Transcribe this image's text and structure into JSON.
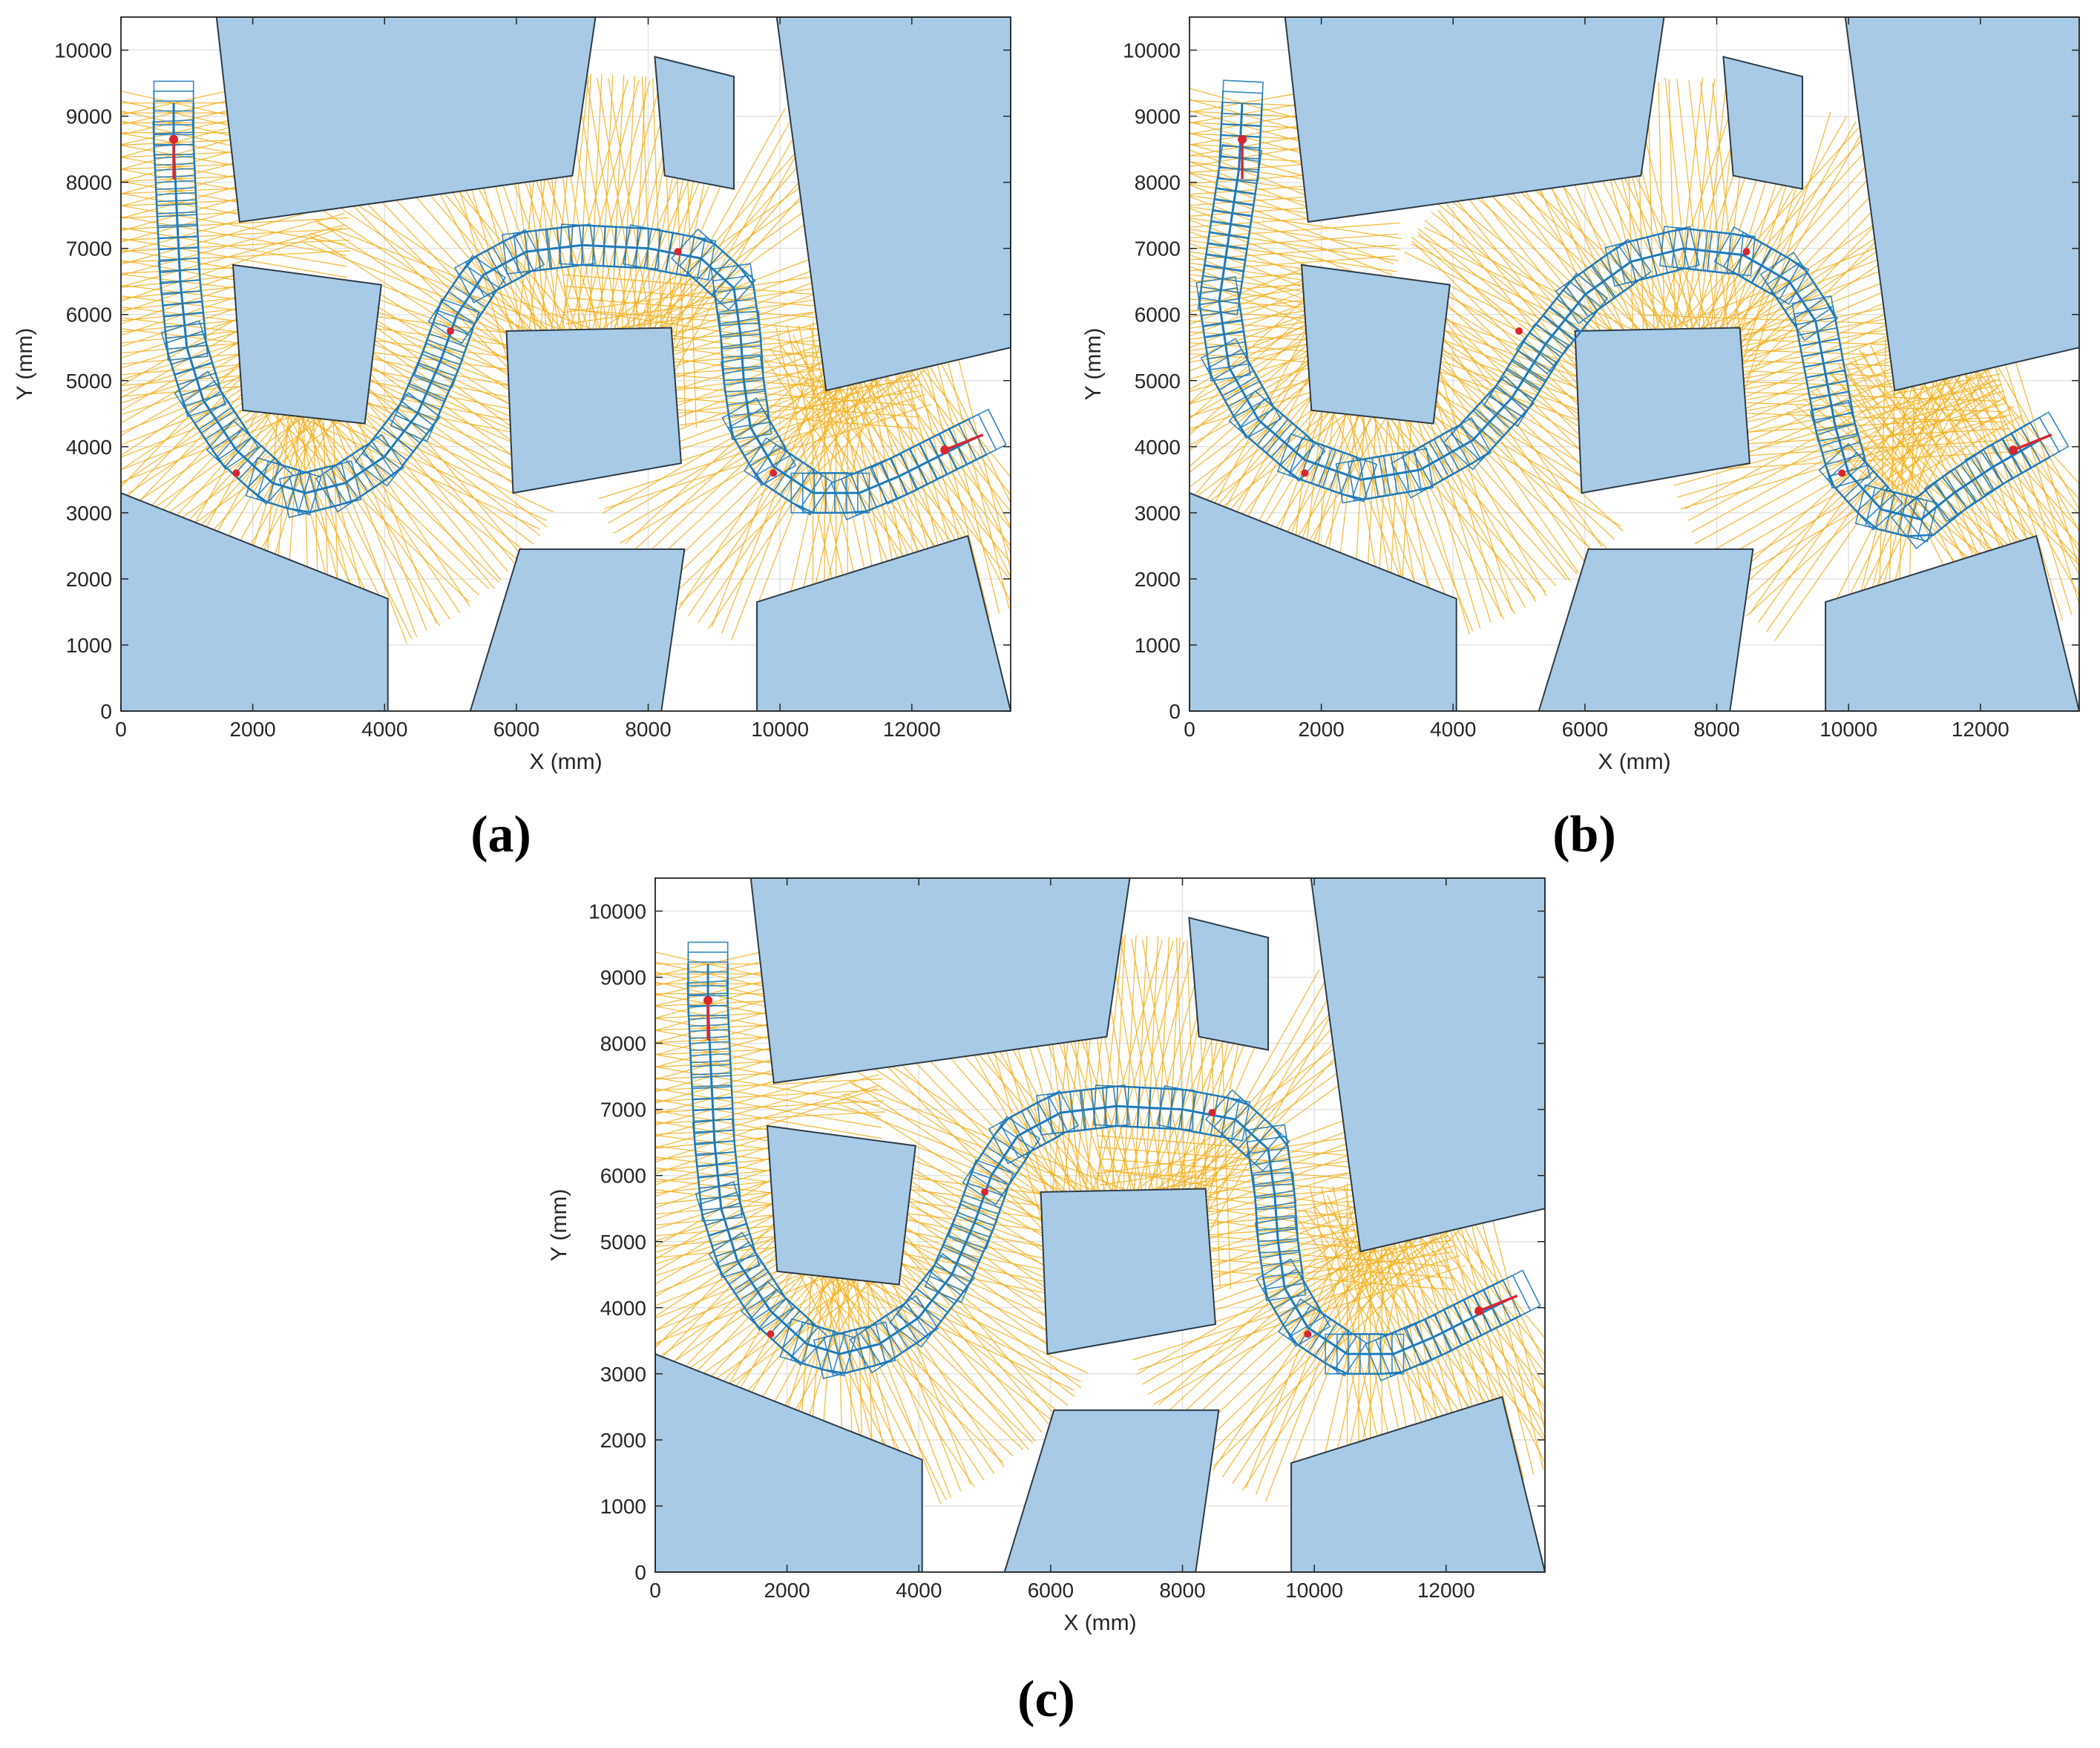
{
  "colors": {
    "obstacle_fill": "#a7cbe6",
    "obstacle_stroke": "#2f3b47",
    "robot": "#1f7ab8",
    "rays": "#f2b01e",
    "waypoint": "#d9262e",
    "grid": "#e3e3e3",
    "axis": "#262626"
  },
  "panel_labels": [
    "(a)",
    "(b)",
    "(c)"
  ],
  "chart_data": [
    {
      "type": "scatter",
      "panel": "(a)",
      "xlabel": "X (mm)",
      "ylabel": "Y (mm)",
      "xlim": [
        0,
        13500
      ],
      "ylim": [
        0,
        10500
      ],
      "xticks": [
        0,
        2000,
        4000,
        6000,
        8000,
        10000,
        12000
      ],
      "yticks": [
        0,
        1000,
        2000,
        3000,
        4000,
        5000,
        6000,
        7000,
        8000,
        9000,
        10000
      ],
      "grid": true,
      "obstacles": [
        [
          [
            1450,
            10500
          ],
          [
            7200,
            10500
          ],
          [
            6850,
            8100
          ],
          [
            1800,
            7400
          ]
        ],
        [
          [
            8100,
            9900
          ],
          [
            9300,
            9600
          ],
          [
            9300,
            7900
          ],
          [
            8250,
            8100
          ]
        ],
        [
          [
            9950,
            10500
          ],
          [
            13500,
            10500
          ],
          [
            13500,
            5500
          ],
          [
            10700,
            4850
          ]
        ],
        [
          [
            1700,
            6750
          ],
          [
            3950,
            6450
          ],
          [
            3700,
            4350
          ],
          [
            1850,
            4550
          ]
        ],
        [
          [
            5850,
            5750
          ],
          [
            8350,
            5800
          ],
          [
            8500,
            3750
          ],
          [
            5950,
            3300
          ]
        ],
        [
          [
            0,
            3300
          ],
          [
            4050,
            1700
          ],
          [
            4050,
            0
          ],
          [
            0,
            0
          ]
        ],
        [
          [
            6050,
            2450
          ],
          [
            8550,
            2450
          ],
          [
            8200,
            0
          ],
          [
            5300,
            0
          ]
        ],
        [
          [
            9650,
            1650
          ],
          [
            12850,
            2650
          ],
          [
            13500,
            0
          ],
          [
            9650,
            0
          ]
        ]
      ],
      "path": [
        [
          800,
          9200
        ],
        [
          800,
          8600
        ],
        [
          850,
          7500
        ],
        [
          900,
          6500
        ],
        [
          1000,
          5500
        ],
        [
          1250,
          4700
        ],
        [
          1750,
          3950
        ],
        [
          2300,
          3450
        ],
        [
          2800,
          3300
        ],
        [
          3400,
          3450
        ],
        [
          4000,
          3850
        ],
        [
          4500,
          4500
        ],
        [
          4850,
          5300
        ],
        [
          5100,
          6000
        ],
        [
          5500,
          6600
        ],
        [
          6150,
          6950
        ],
        [
          7000,
          7050
        ],
        [
          8000,
          7000
        ],
        [
          8800,
          6850
        ],
        [
          9300,
          6400
        ],
        [
          9400,
          5700
        ],
        [
          9450,
          5000
        ],
        [
          9550,
          4300
        ],
        [
          9900,
          3700
        ],
        [
          10500,
          3300
        ],
        [
          11200,
          3300
        ],
        [
          11800,
          3550
        ],
        [
          12400,
          3850
        ],
        [
          13000,
          4150
        ]
      ],
      "waypoints": [
        [
          800,
          8650
        ],
        [
          1750,
          3600
        ],
        [
          5000,
          5750
        ],
        [
          8450,
          6950
        ],
        [
          9900,
          3600
        ],
        [
          12500,
          3950
        ]
      ]
    },
    {
      "type": "scatter",
      "panel": "(b)",
      "xlabel": "X (mm)",
      "ylabel": "Y (mm)",
      "xlim": [
        0,
        13500
      ],
      "ylim": [
        0,
        10500
      ],
      "xticks": [
        0,
        2000,
        4000,
        6000,
        8000,
        10000,
        12000
      ],
      "yticks": [
        0,
        1000,
        2000,
        3000,
        4000,
        5000,
        6000,
        7000,
        8000,
        9000,
        10000
      ],
      "grid": true,
      "obstacles": [
        [
          [
            1450,
            10500
          ],
          [
            7200,
            10500
          ],
          [
            6850,
            8100
          ],
          [
            1800,
            7400
          ]
        ],
        [
          [
            8100,
            9900
          ],
          [
            9300,
            9600
          ],
          [
            9300,
            7900
          ],
          [
            8250,
            8100
          ]
        ],
        [
          [
            9950,
            10500
          ],
          [
            13500,
            10500
          ],
          [
            13500,
            5500
          ],
          [
            10700,
            4850
          ]
        ],
        [
          [
            1700,
            6750
          ],
          [
            3950,
            6450
          ],
          [
            3700,
            4350
          ],
          [
            1850,
            4550
          ]
        ],
        [
          [
            5850,
            5750
          ],
          [
            8350,
            5800
          ],
          [
            8500,
            3750
          ],
          [
            5950,
            3300
          ]
        ],
        [
          [
            0,
            3300
          ],
          [
            4050,
            1700
          ],
          [
            4050,
            0
          ],
          [
            0,
            0
          ]
        ],
        [
          [
            6050,
            2450
          ],
          [
            8550,
            2450
          ],
          [
            8200,
            0
          ],
          [
            5300,
            0
          ]
        ],
        [
          [
            9650,
            1650
          ],
          [
            12850,
            2650
          ],
          [
            13500,
            0
          ],
          [
            9650,
            0
          ]
        ]
      ],
      "path": [
        [
          800,
          9200
        ],
        [
          750,
          8200
        ],
        [
          600,
          7200
        ],
        [
          450,
          6200
        ],
        [
          600,
          5200
        ],
        [
          1050,
          4400
        ],
        [
          1750,
          3800
        ],
        [
          2600,
          3500
        ],
        [
          3500,
          3650
        ],
        [
          4300,
          4100
        ],
        [
          4900,
          4750
        ],
        [
          5400,
          5550
        ],
        [
          6000,
          6300
        ],
        [
          6700,
          6800
        ],
        [
          7500,
          7000
        ],
        [
          8400,
          6900
        ],
        [
          9100,
          6500
        ],
        [
          9500,
          5900
        ],
        [
          9650,
          5100
        ],
        [
          9800,
          4300
        ],
        [
          10000,
          3600
        ],
        [
          10500,
          3050
        ],
        [
          11100,
          2900
        ],
        [
          11600,
          3300
        ],
        [
          12200,
          3700
        ],
        [
          12900,
          4100
        ]
      ],
      "waypoints": [
        [
          800,
          8650
        ],
        [
          1750,
          3600
        ],
        [
          5000,
          5750
        ],
        [
          8450,
          6950
        ],
        [
          9900,
          3600
        ],
        [
          12500,
          3950
        ]
      ]
    },
    {
      "type": "scatter",
      "panel": "(c)",
      "xlabel": "X (mm)",
      "ylabel": "Y (mm)",
      "xlim": [
        0,
        13500
      ],
      "ylim": [
        0,
        10500
      ],
      "xticks": [
        0,
        2000,
        4000,
        6000,
        8000,
        10000,
        12000
      ],
      "yticks": [
        0,
        1000,
        2000,
        3000,
        4000,
        5000,
        6000,
        7000,
        8000,
        9000,
        10000
      ],
      "grid": true,
      "obstacles": [
        [
          [
            1450,
            10500
          ],
          [
            7200,
            10500
          ],
          [
            6850,
            8100
          ],
          [
            1800,
            7400
          ]
        ],
        [
          [
            8100,
            9900
          ],
          [
            9300,
            9600
          ],
          [
            9300,
            7900
          ],
          [
            8250,
            8100
          ]
        ],
        [
          [
            9950,
            10500
          ],
          [
            13500,
            10500
          ],
          [
            13500,
            5500
          ],
          [
            10700,
            4850
          ]
        ],
        [
          [
            1700,
            6750
          ],
          [
            3950,
            6450
          ],
          [
            3700,
            4350
          ],
          [
            1850,
            4550
          ]
        ],
        [
          [
            5850,
            5750
          ],
          [
            8350,
            5800
          ],
          [
            8500,
            3750
          ],
          [
            5950,
            3300
          ]
        ],
        [
          [
            0,
            3300
          ],
          [
            4050,
            1700
          ],
          [
            4050,
            0
          ],
          [
            0,
            0
          ]
        ],
        [
          [
            6050,
            2450
          ],
          [
            8550,
            2450
          ],
          [
            8200,
            0
          ],
          [
            5300,
            0
          ]
        ],
        [
          [
            9650,
            1650
          ],
          [
            12850,
            2650
          ],
          [
            13500,
            0
          ],
          [
            9650,
            0
          ]
        ]
      ],
      "path": [
        [
          800,
          9200
        ],
        [
          800,
          8600
        ],
        [
          850,
          7500
        ],
        [
          900,
          6500
        ],
        [
          1000,
          5500
        ],
        [
          1250,
          4700
        ],
        [
          1750,
          3950
        ],
        [
          2300,
          3450
        ],
        [
          2800,
          3300
        ],
        [
          3400,
          3450
        ],
        [
          4000,
          3850
        ],
        [
          4500,
          4500
        ],
        [
          4850,
          5300
        ],
        [
          5100,
          6000
        ],
        [
          5500,
          6600
        ],
        [
          6150,
          6950
        ],
        [
          7000,
          7050
        ],
        [
          8000,
          7000
        ],
        [
          8800,
          6850
        ],
        [
          9300,
          6400
        ],
        [
          9400,
          5700
        ],
        [
          9450,
          5000
        ],
        [
          9550,
          4300
        ],
        [
          9900,
          3700
        ],
        [
          10500,
          3300
        ],
        [
          11200,
          3300
        ],
        [
          11800,
          3550
        ],
        [
          12400,
          3850
        ],
        [
          13000,
          4150
        ]
      ],
      "waypoints": [
        [
          800,
          8650
        ],
        [
          1750,
          3600
        ],
        [
          5000,
          5750
        ],
        [
          8450,
          6950
        ],
        [
          9900,
          3600
        ],
        [
          12500,
          3950
        ]
      ]
    }
  ]
}
